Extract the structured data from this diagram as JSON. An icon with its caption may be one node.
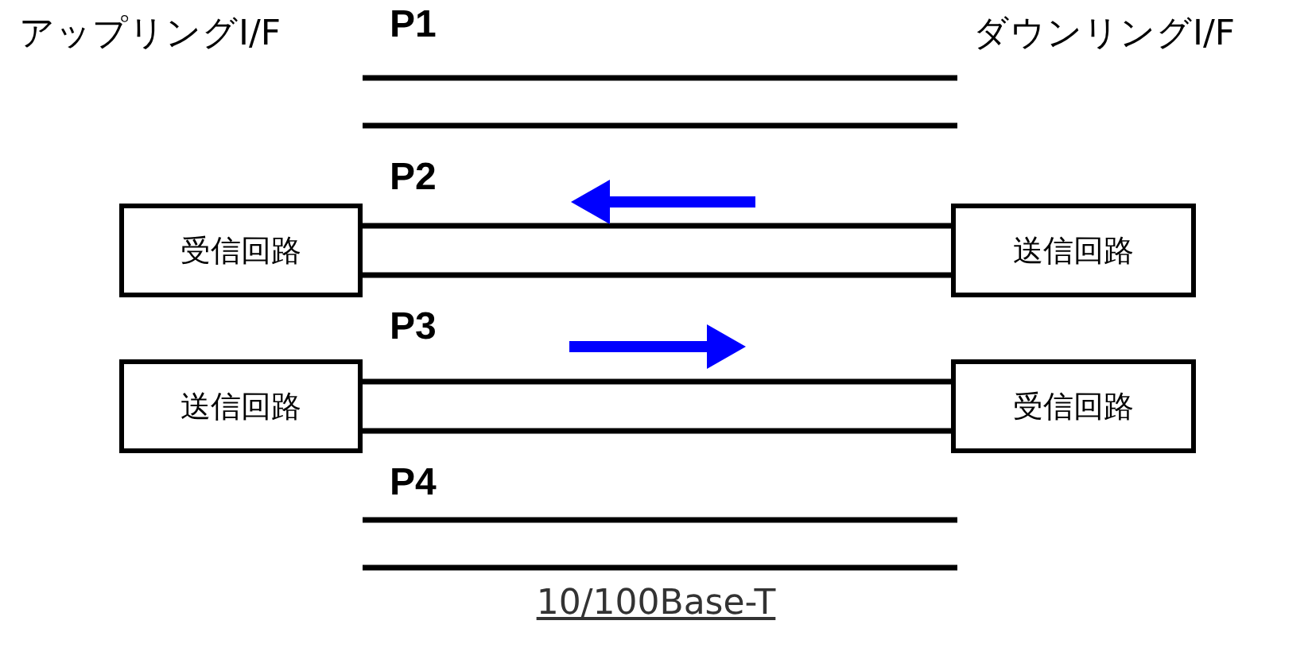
{
  "diagram": {
    "nodes": [
      {
        "text": [
          "受信回路"
        ]
      },
      {
        "text": [
          "送信回路"
        ]
      },
      {
        "text": [
          "送信回路"
        ]
      },
      {
        "text": [
          "受信回路"
        ]
      }
    ],
    "edges": [
      {
        "from": 0,
        "to": 1,
        "arrow": "none"
      },
      {
        "from": 0,
        "to": 1,
        "arrow": "none"
      },
      {
        "from": 2,
        "to": 3,
        "arrow": "none"
      },
      {
        "from": 2,
        "to": 3,
        "arrow": "none"
      }
    ],
    "labels": [
      "アップリングI/F",
      "P1",
      "ダウンリングI/F",
      "P2",
      "P3",
      "P4",
      "10/100Base-T"
    ]
  }
}
